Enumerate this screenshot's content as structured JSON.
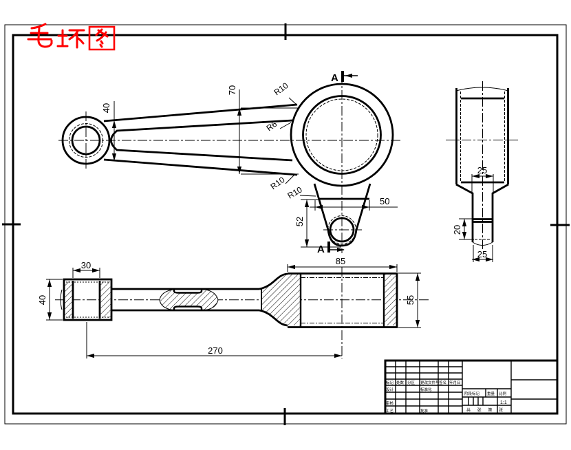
{
  "sheet": {
    "bg": "#ffffff",
    "line_color": "#000000"
  },
  "title": {
    "text": "毛坯图",
    "color": "#ff0000"
  },
  "views": {
    "front": {
      "dim_40": "40",
      "dim_70": "70",
      "r10_top": "R10",
      "r6": "R6",
      "r10_bottom": "R10",
      "r10_boss": "R10",
      "dim_50": "50",
      "dim_52": "52",
      "section_label": "A"
    },
    "side": {
      "dim_25_mid": "25",
      "dim_20": "20",
      "dim_25_bottom": "25"
    },
    "section": {
      "dim_30": "30",
      "dim_40": "40",
      "dim_270": "270",
      "dim_85": "85",
      "dim_55": "55"
    }
  },
  "title_block": {
    "row_headers": [
      "标记",
      "处数",
      "分区",
      "更改文件号",
      "签名",
      "年月日"
    ],
    "left_labels": {
      "design": "设计",
      "standardization": "标准化",
      "check": "审核",
      "process": "工艺",
      "approve": "批准"
    },
    "middle_labels": {
      "stage": "阶段标记",
      "weight": "重量",
      "scale_label": "比例",
      "scale_value": "1:1",
      "sheet_info": "共 张 第 张"
    }
  }
}
